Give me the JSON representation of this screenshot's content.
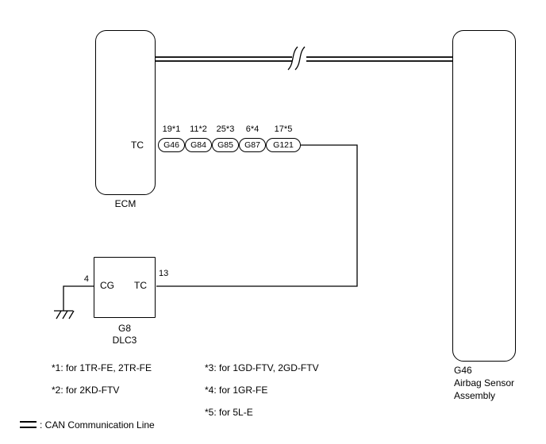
{
  "colors": {
    "background": "#ffffff",
    "line": "#000000"
  },
  "ecm": {
    "terminal": "TC",
    "label": "ECM"
  },
  "connectors": [
    {
      "pin": "19*1",
      "id": "G46"
    },
    {
      "pin": "11*2",
      "id": "G84"
    },
    {
      "pin": "25*3",
      "id": "G85"
    },
    {
      "pin": "6*4",
      "id": "G87"
    },
    {
      "pin": "17*5",
      "id": "G121"
    }
  ],
  "dlc3": {
    "pin_left": "4",
    "terminal_left": "CG",
    "terminal_right": "TC",
    "pin_right": "13",
    "connector_id": "G8",
    "label": "DLC3"
  },
  "airbag": {
    "connector_id": "G46",
    "name_line1": "Airbag Sensor",
    "name_line2": "Assembly"
  },
  "footnotes": {
    "col1": [
      "*1: for 1TR-FE, 2TR-FE",
      "*2: for 2KD-FTV"
    ],
    "col2": [
      "*3: for 1GD-FTV, 2GD-FTV",
      "*4: for 1GR-FE",
      "*5: for 5L-E"
    ]
  },
  "legend": {
    "label": ": CAN Communication Line"
  }
}
